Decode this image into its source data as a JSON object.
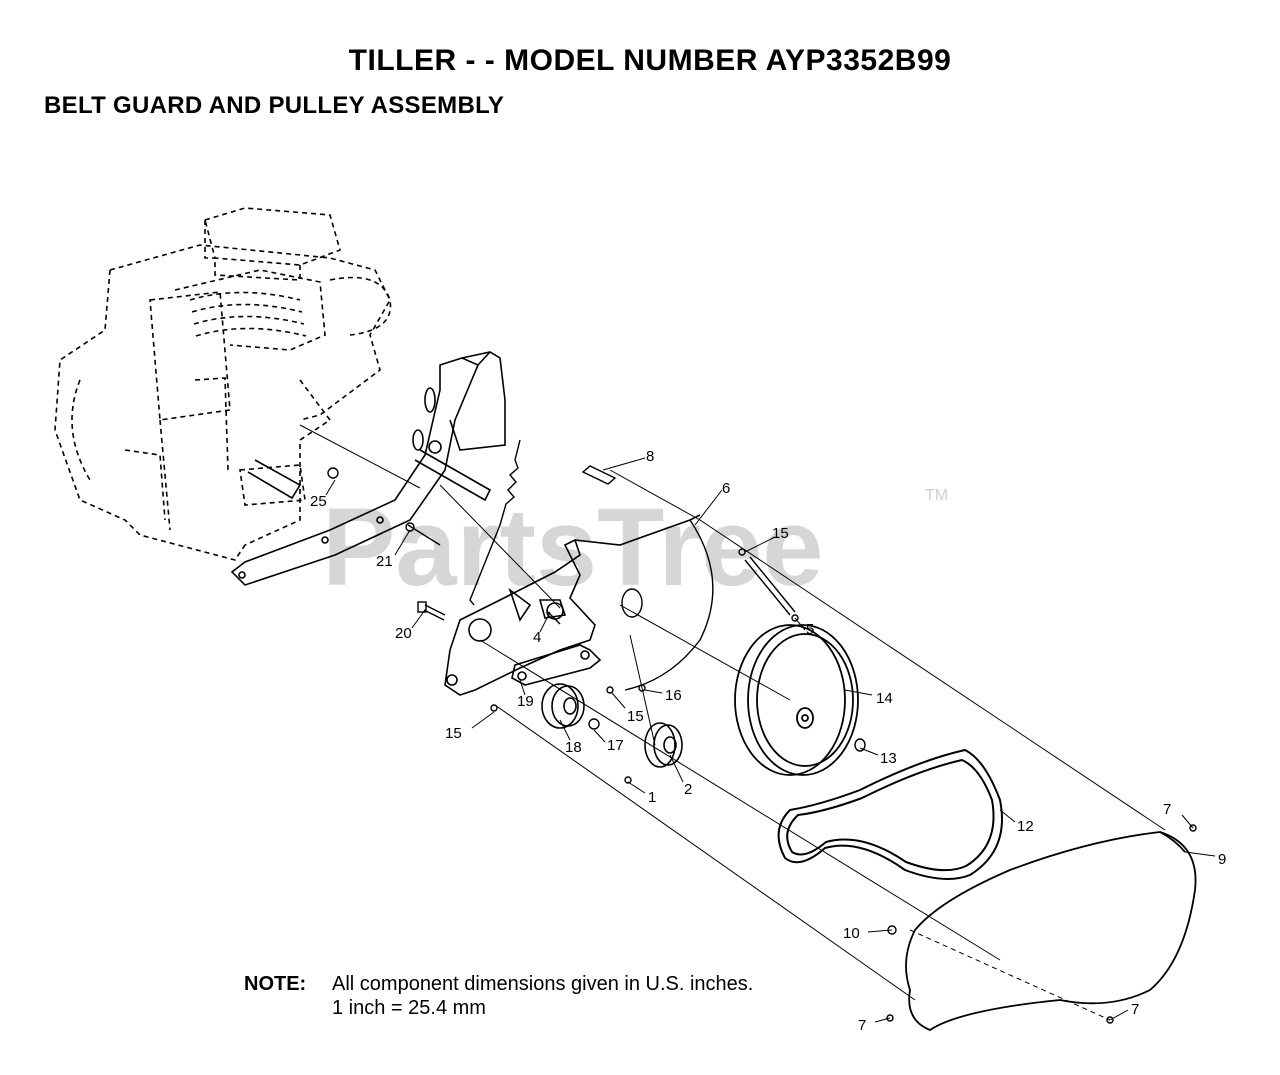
{
  "header": {
    "title": "TILLER - - MODEL NUMBER AYP3352B99",
    "subtitle": "BELT GUARD AND PULLEY ASSEMBLY"
  },
  "watermark": {
    "brand": "PartsTree",
    "tm": "TM"
  },
  "callouts": {
    "c1": "1",
    "c2": "2",
    "c4": "4",
    "c5": "5",
    "c6": "6",
    "c7a": "7",
    "c7b": "7",
    "c7c": "7",
    "c8": "8",
    "c9": "9",
    "c10": "10",
    "c12": "12",
    "c13": "13",
    "c14": "14",
    "c15a": "15",
    "c15b": "15",
    "c15c": "15",
    "c16": "16",
    "c17": "17",
    "c18": "18",
    "c19": "19",
    "c20": "20",
    "c21": "21",
    "c25": "25"
  },
  "note": {
    "label": "NOTE:",
    "line1": "All component dimensions given in U.S. inches.",
    "line2": "1 inch = 25.4 mm"
  },
  "colors": {
    "ink": "#000000",
    "watermark": "#d6d6d6"
  }
}
